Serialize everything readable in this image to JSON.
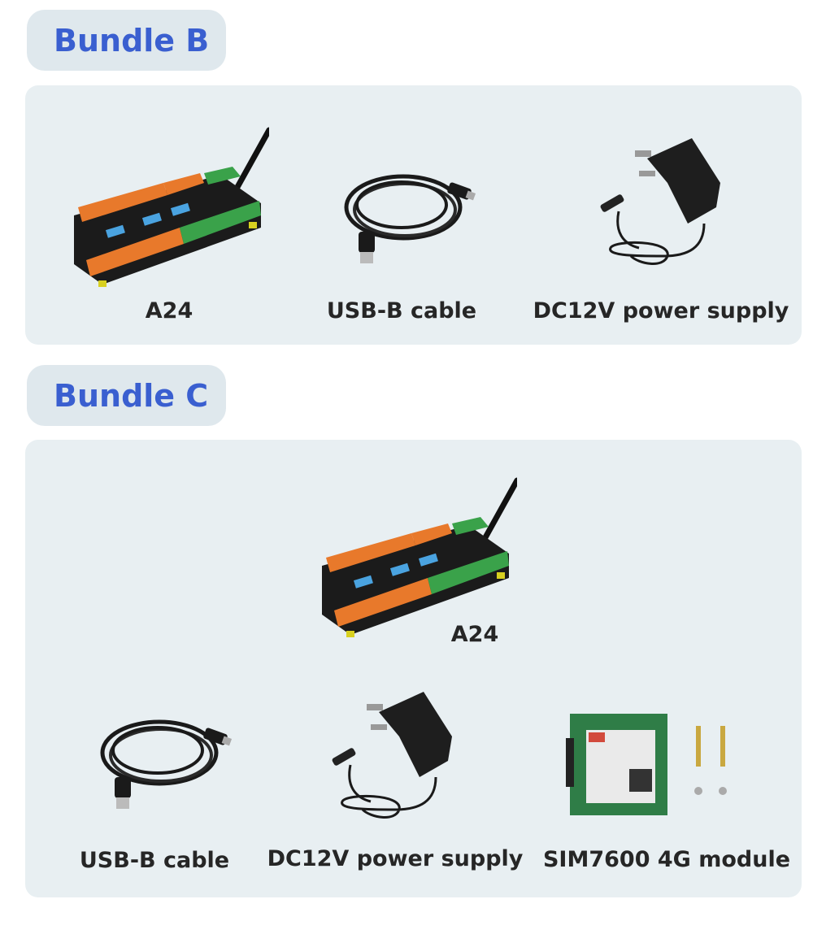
{
  "bundles": [
    {
      "title": "Bundle B",
      "items": [
        {
          "label": "A24",
          "icon": "controller-board"
        },
        {
          "label": "USB-B cable",
          "icon": "usb-cable"
        },
        {
          "label": "DC12V power supply",
          "icon": "power-adapter"
        }
      ]
    },
    {
      "title": "Bundle C",
      "items": [
        {
          "label": "A24",
          "icon": "controller-board"
        },
        {
          "label": "USB-B cable",
          "icon": "usb-cable"
        },
        {
          "label": "DC12V power supply",
          "icon": "power-adapter"
        },
        {
          "label": "SIM7600 4G module",
          "icon": "sim-module"
        }
      ]
    }
  ],
  "colors": {
    "accent": "#3a5fd0",
    "tag_bg": "#dfe8ed",
    "panel_bg": "#e8eff2"
  }
}
